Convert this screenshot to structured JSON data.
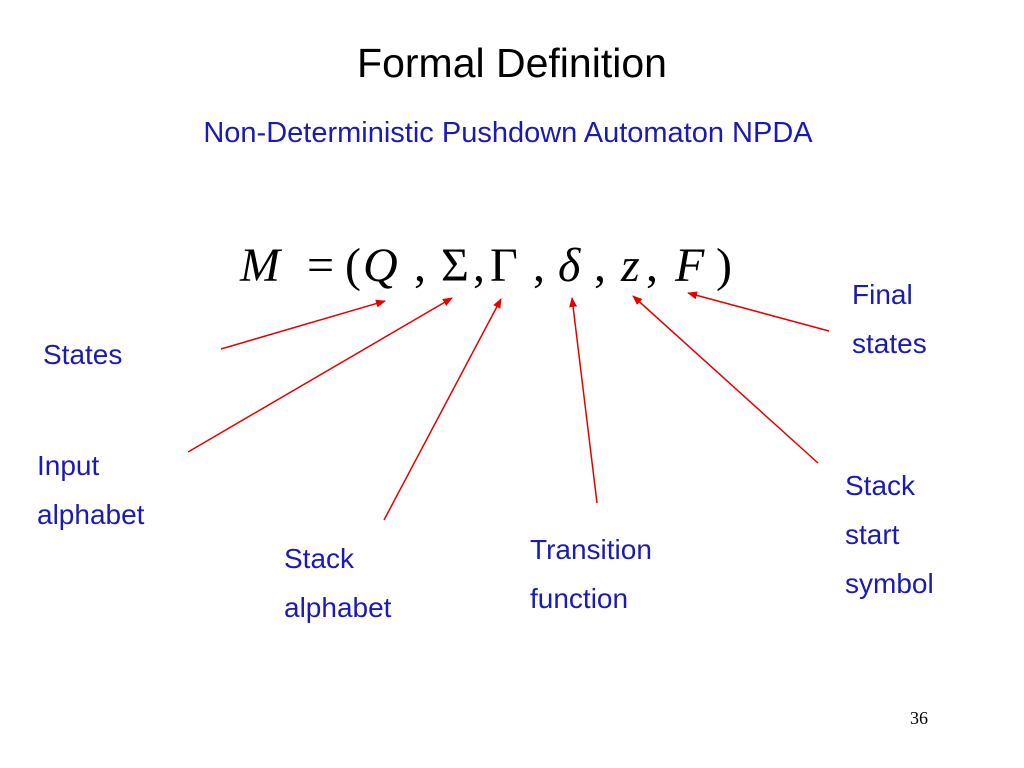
{
  "slide": {
    "title": "Formal Definition",
    "subtitle": "Non-Deterministic Pushdown Automaton NPDA",
    "formula": {
      "M": "M",
      "eq": "=",
      "open_paren": "(",
      "Q": "Q",
      "comma1": ",",
      "Sigma": "Σ",
      "comma2": ",",
      "Gamma": "Γ",
      "comma3": ",",
      "delta": "δ",
      "comma4": ",",
      "z": "z",
      "comma5": ",",
      "F": "F",
      "close_paren": ")"
    },
    "labels": {
      "states": [
        "States"
      ],
      "input_alphabet": [
        "Input",
        "alphabet"
      ],
      "stack_alphabet": [
        "Stack",
        "alphabet"
      ],
      "transition_function": [
        "Transition",
        "function"
      ],
      "stack_start_symbol": [
        "Stack",
        "start",
        "symbol"
      ],
      "final_states": [
        "Final",
        "states"
      ]
    },
    "page_number": "36",
    "colors": {
      "label_text": "#1a1ab5",
      "arrow": "#e60000",
      "title_text": "#000000"
    }
  }
}
